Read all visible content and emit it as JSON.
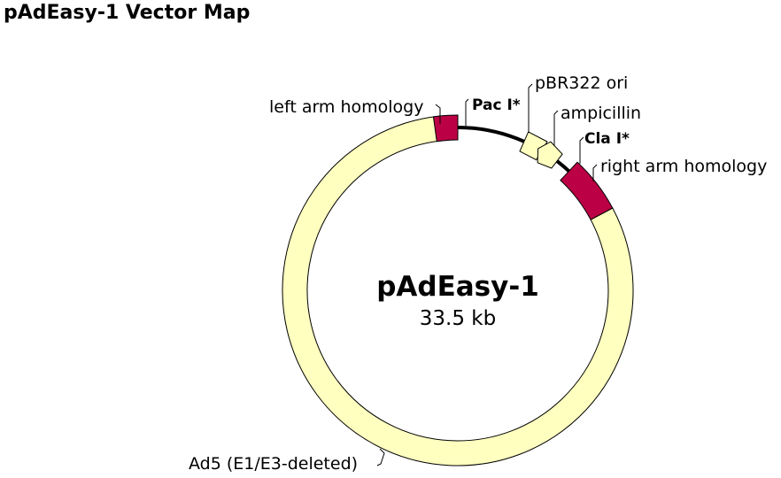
{
  "title": "pAdEasy-1 Vector Map",
  "plasmid": {
    "name": "pAdEasy-1",
    "size": "33.5 kb"
  },
  "colors": {
    "ad5_backbone": "#ffffc0",
    "homology_arm": "#bb0045",
    "feature_box": "#ffffc0",
    "outline": "#000000",
    "plasmid_line": "#000000"
  },
  "features": {
    "left_arm": {
      "label": "left arm homology"
    },
    "pac1": {
      "label": "Pac I*"
    },
    "ori": {
      "label": "pBR322 ori"
    },
    "amp": {
      "label": "ampicillin"
    },
    "cla1": {
      "label": "Cla I*"
    },
    "right_arm": {
      "label": "right arm homology"
    },
    "ad5": {
      "label": "Ad5 (E1/E3-deleted)"
    }
  },
  "icons": {
    "ori": "box-feature-icon",
    "amp": "arrow-feature-icon"
  }
}
